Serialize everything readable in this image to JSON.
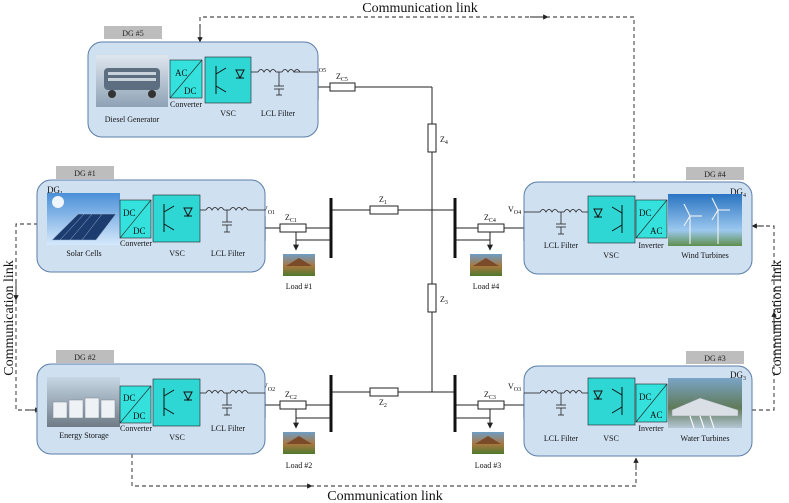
{
  "colors": {
    "dg_panel": "#cfe0f1",
    "dg_panel_edge": "#5b7ea6",
    "tag_bg": "#bdbdbd",
    "converter": "#34e1dc",
    "vsc": "#2fd7d4",
    "wire": "#222222"
  },
  "comm_link_label": "Communication link",
  "dgs": {
    "dg5": {
      "tag": "DG #5",
      "source_label": "Diesel Generator",
      "source_icon": "diesel-generator-photo",
      "converter_top": "AC",
      "converter_bottom": "DC",
      "converter_caption": "Converter",
      "vsc_caption": "VSC",
      "filter_caption": "LCL Filter",
      "voltage_main": "V",
      "voltage_sub": "O5",
      "line_imp_main": "Z",
      "line_imp_sub": "C5"
    },
    "dg1": {
      "tag": "DG #1",
      "name_main": "DG",
      "name_sub": "1",
      "source_label": "Solar Cells",
      "source_icon": "solar-panel-photo",
      "converter_top": "DC",
      "converter_bottom": "DC",
      "converter_caption": "Converter",
      "vsc_caption": "VSC",
      "filter_caption": "LCL Filter",
      "voltage_main": "V",
      "voltage_sub": "O1",
      "line_imp_main": "Z",
      "line_imp_sub": "C1",
      "load": "Load #1"
    },
    "dg2": {
      "tag": "DG #2",
      "source_label": "Energy Storage",
      "source_icon": "battery-storage-photo",
      "converter_top": "DC",
      "converter_bottom": "DC",
      "converter_caption": "Converter",
      "vsc_caption": "VSC",
      "filter_caption": "LCL Filter",
      "voltage_main": "V",
      "voltage_sub": "O2",
      "line_imp_main": "Z",
      "line_imp_sub": "C2",
      "load": "Load #2"
    },
    "dg4": {
      "tag": "DG #4",
      "name_main": "DG",
      "name_sub": "4",
      "source_label": "Wind Turbines",
      "source_icon": "wind-turbine-photo",
      "converter_top": "DC",
      "converter_bottom": "AC",
      "converter_caption": "Inverter",
      "vsc_caption": "VSC",
      "filter_caption": "LCL Filter",
      "voltage_main": "V",
      "voltage_sub": "O4",
      "line_imp_main": "Z",
      "line_imp_sub": "C4",
      "load": "Load #4"
    },
    "dg3": {
      "tag": "DG #3",
      "name_main": "DG",
      "name_sub": "3",
      "source_label": "Water Turbines",
      "source_icon": "hydro-dam-photo",
      "converter_top": "DC",
      "converter_bottom": "AC",
      "converter_caption": "Inverter",
      "vsc_caption": "VSC",
      "filter_caption": "LCL Filter",
      "voltage_main": "V",
      "voltage_sub": "O3",
      "line_imp_main": "Z",
      "line_imp_sub": "C3",
      "load": "Load #3"
    }
  },
  "network": {
    "z1": {
      "main": "Z",
      "sub": "1"
    },
    "z2": {
      "main": "Z",
      "sub": "2"
    },
    "z3": {
      "main": "Z",
      "sub": "3"
    },
    "z4": {
      "main": "Z",
      "sub": "4"
    }
  }
}
